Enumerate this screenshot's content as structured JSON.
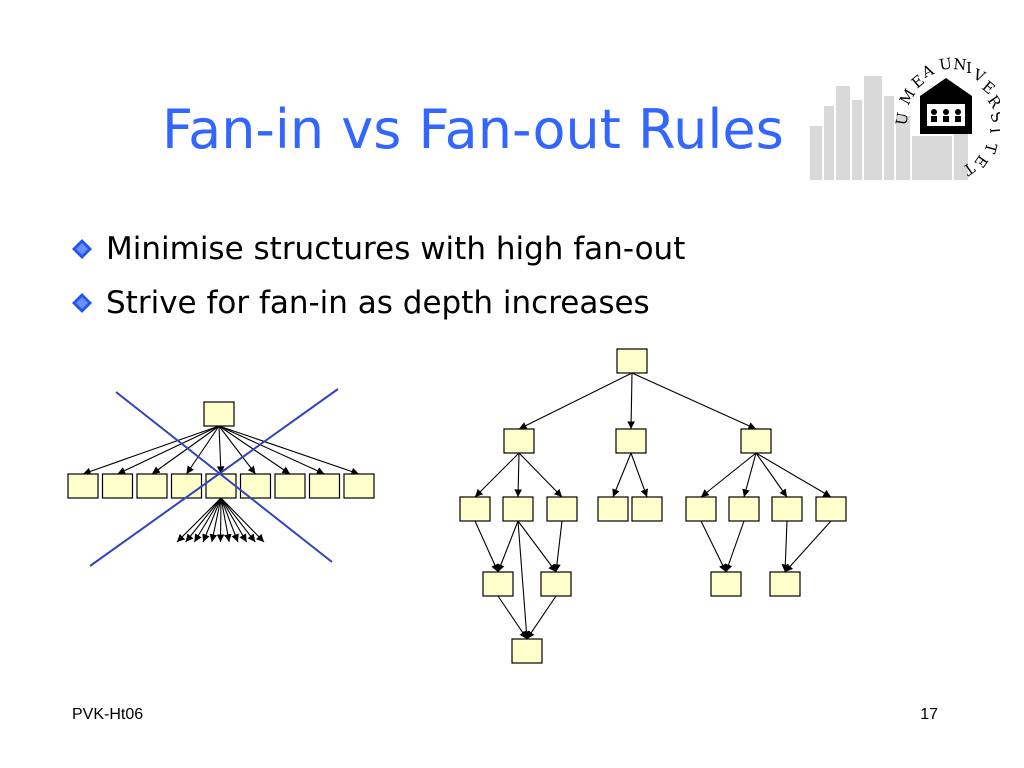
{
  "slide": {
    "title": "Fan-in vs Fan-out Rules",
    "bullets": [
      {
        "text": "Minimise structures with high fan-out",
        "icon": "blue-diamond-bullet"
      },
      {
        "text": "Strive for fan-in as depth increases",
        "icon": "blue-diamond-bullet"
      }
    ],
    "footer_left": "PVK-Ht06",
    "footer_right": "17"
  },
  "logo": {
    "text": "UMEÅ UNIVERSITET",
    "icon": "umea-university-seal"
  },
  "colors": {
    "title": "#3366ff",
    "bullet": "#2255ee",
    "box_fill": "#ffffcc",
    "cross": "#3344bb"
  },
  "diagrams": [
    {
      "name": "high-fan-out-example",
      "crossed_out": true
    },
    {
      "name": "fan-in-example",
      "crossed_out": false
    }
  ]
}
